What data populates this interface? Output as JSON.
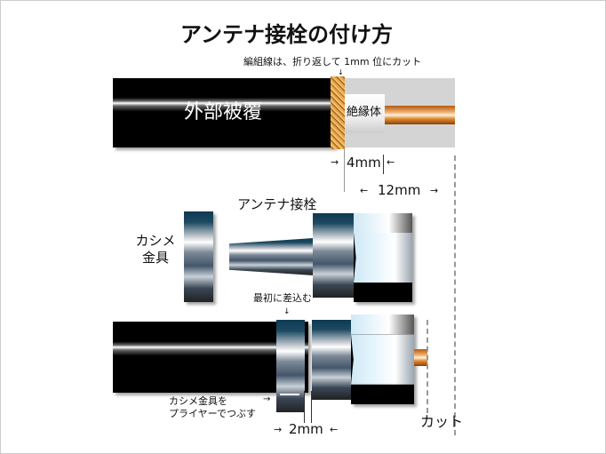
{
  "title": "アンテナ接栓の付け方",
  "braid_note": "編組線は、折り返して 1mm 位にカット",
  "outer_jacket": "外部被覆",
  "insulator": "絶縁体",
  "dim_4mm": "4mm",
  "dim_12mm": "12mm",
  "connector_label": "アンテナ接栓",
  "crimp_label_1": "カシメ",
  "crimp_label_2": "金具",
  "insert_first": "最初に差込む",
  "crush_note_1": "カシメ金具を",
  "crush_note_2": "プライヤーでつぶす",
  "dim_2mm": "2mm",
  "cut": "カット"
}
